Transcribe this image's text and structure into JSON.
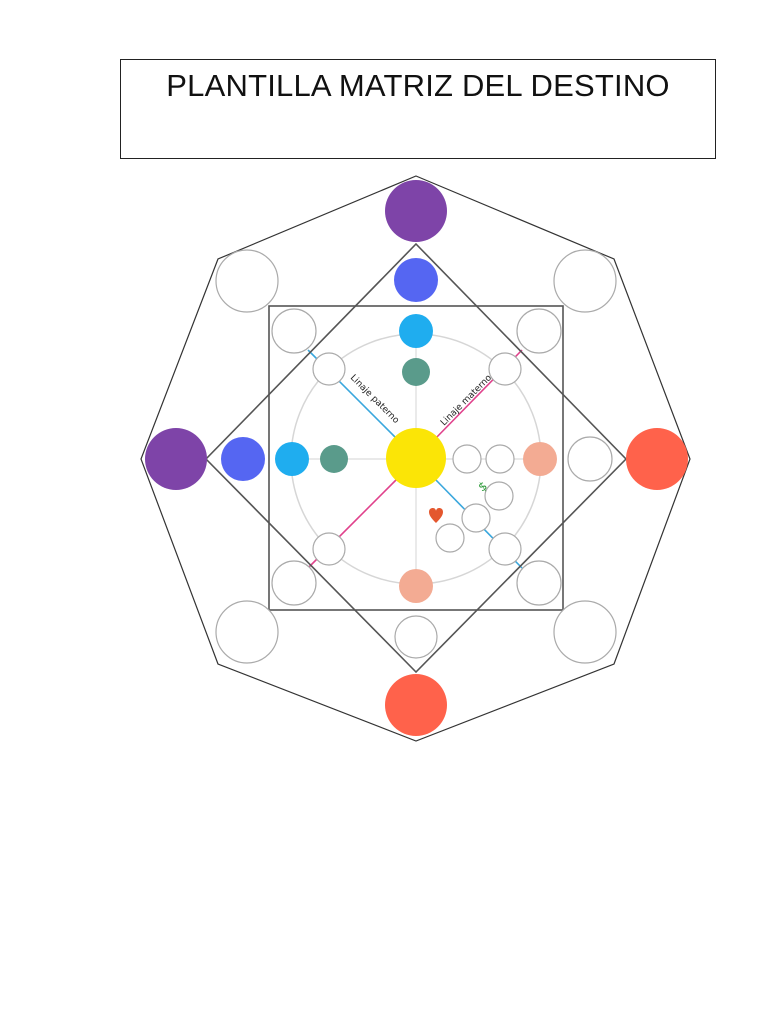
{
  "page": {
    "title": "PLANTILLA MATRIZ DEL DESTINO"
  },
  "diagram": {
    "labels": {
      "paternal_line": "Linaje paterno",
      "maternal_line": "Linaje materno"
    },
    "icons": {
      "heart": "heart-icon",
      "money": "dollar-icon"
    },
    "colors": {
      "purple": "#7e44a8",
      "blue": "#5566f2",
      "sky": "#1fadef",
      "teal": "#5a9b8b",
      "center": "#fbe506",
      "peach": "#f3ab93",
      "red": "#ff624b",
      "paternal_line": "#3aa7dd",
      "maternal_line": "#e0428c",
      "heart": "#e4572e",
      "money": "#2e9a3a"
    }
  }
}
